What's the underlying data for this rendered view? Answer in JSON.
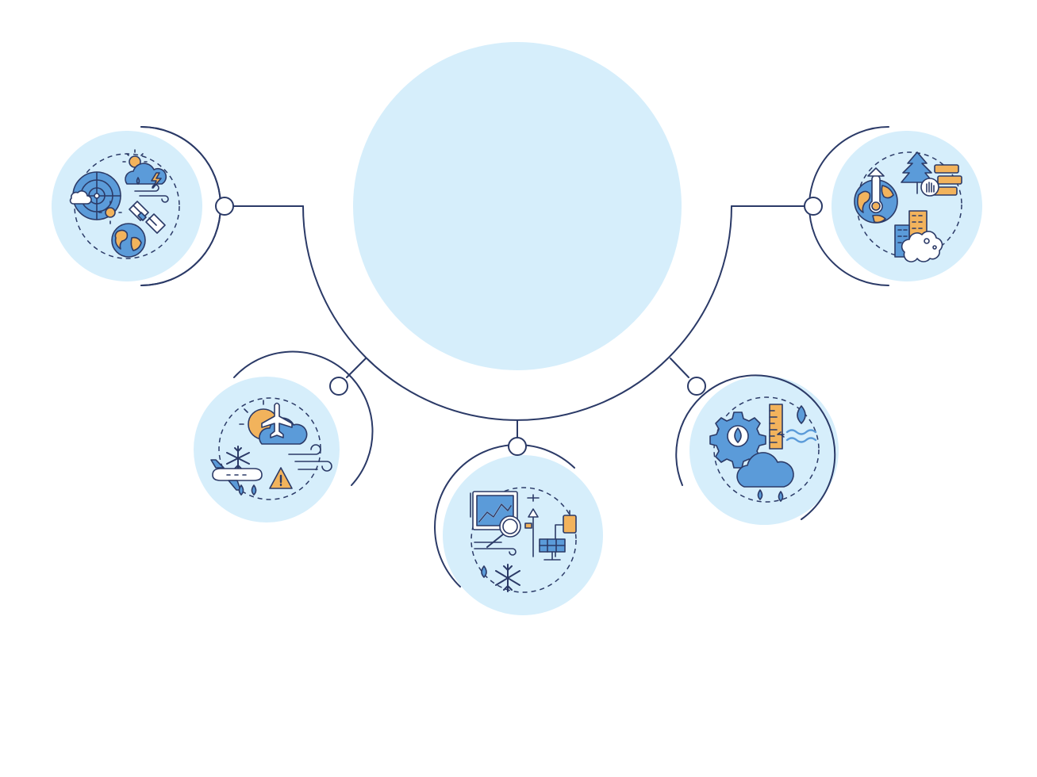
{
  "diagram": {
    "title": "",
    "colors": {
      "line": "#2b3a67",
      "fill_light": "#d6eefb",
      "blue": "#5b9bd9",
      "orange": "#f2b35c",
      "white": "#ffffff"
    },
    "center": {
      "label": "",
      "icon": "blank-circle"
    },
    "nodes": [
      {
        "id": "forecasting",
        "label": "",
        "icon": "weather-forecasting-icon"
      },
      {
        "id": "aviation",
        "label": "",
        "icon": "aviation-weather-icon"
      },
      {
        "id": "monitoring",
        "label": "",
        "icon": "climate-monitoring-icon"
      },
      {
        "id": "hydrology",
        "label": "",
        "icon": "hydrology-icon"
      },
      {
        "id": "climate-change",
        "label": "",
        "icon": "climate-change-icon"
      }
    ]
  }
}
